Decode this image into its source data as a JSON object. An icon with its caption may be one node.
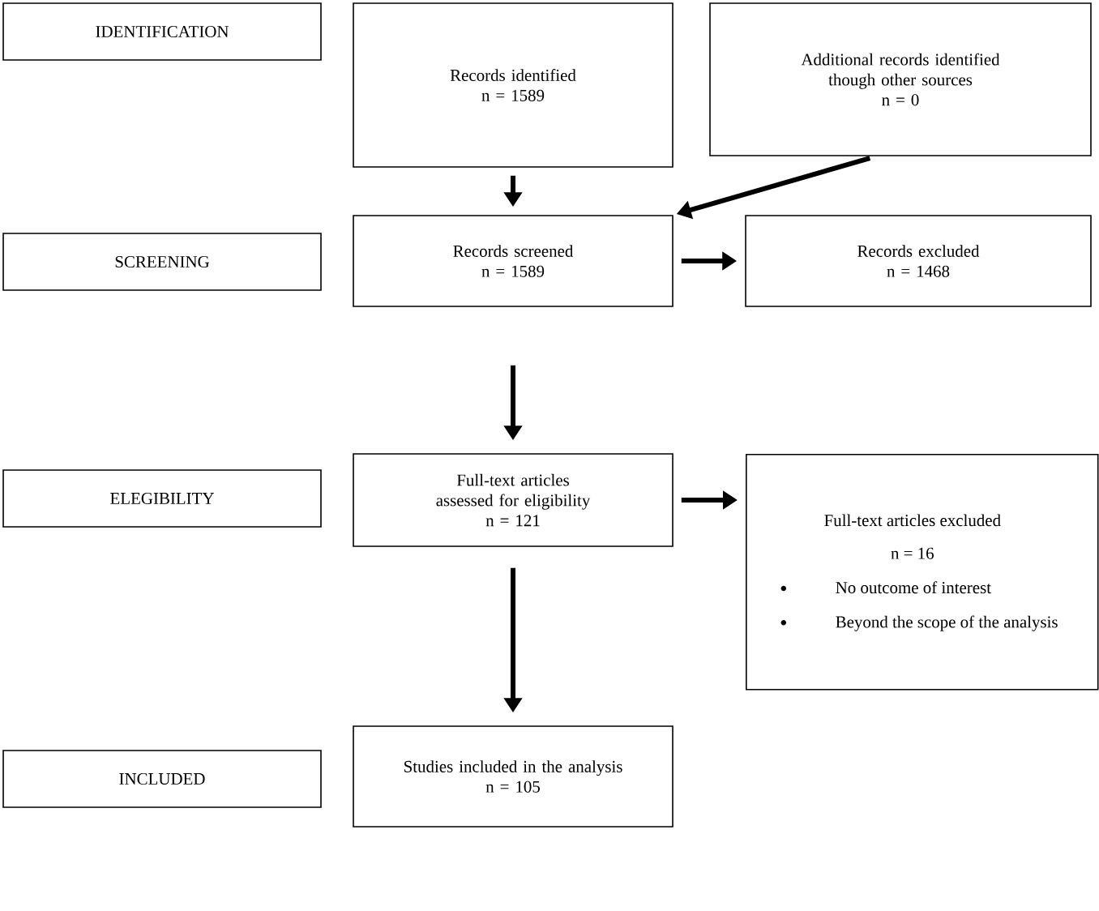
{
  "diagram": {
    "nodes": [
      {
        "text": [
          "IDENTIFICATION"
        ]
      },
      {
        "text": [
          "Records identified",
          "n = 1589"
        ]
      },
      {
        "text": [
          "Additional records identified though other sources",
          "n = 0"
        ]
      },
      {
        "text": [
          "SCREENING"
        ]
      },
      {
        "text": [
          "Records screened",
          "n = 1589"
        ]
      },
      {
        "text": [
          "Records excluded",
          "n = 1468"
        ]
      },
      {
        "text": [
          "ELEGIBILITY"
        ]
      },
      {
        "text": [
          "Full-text articles assessed for eligibility",
          "n = 121"
        ]
      },
      {
        "text": [
          "Full-text articles excluded",
          "n = 16",
          "No outcome of interest",
          "Beyond the scope of the analysis"
        ]
      },
      {
        "text": [
          "INCLUDED"
        ]
      },
      {
        "text": [
          "Studies included in the analysis",
          "n = 105"
        ]
      }
    ],
    "edges": [
      {
        "from": 1,
        "to": 4,
        "arrow": "to"
      },
      {
        "from": 2,
        "to": 4,
        "arrow": "to"
      },
      {
        "from": 4,
        "to": 5,
        "arrow": "to"
      },
      {
        "from": 4,
        "to": 7,
        "arrow": "to"
      },
      {
        "from": 7,
        "to": 8,
        "arrow": "to"
      },
      {
        "from": 7,
        "to": 10,
        "arrow": "to"
      }
    ]
  }
}
